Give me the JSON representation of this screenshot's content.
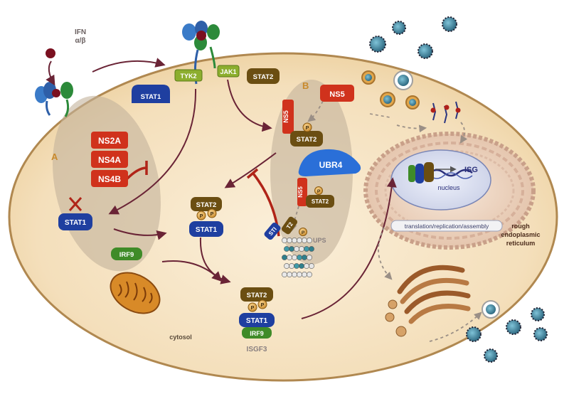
{
  "ifn": {
    "line1": "IFN",
    "line2": "α/β"
  },
  "panel_labels": {
    "a": "A",
    "b": "B"
  },
  "kinases": {
    "tyk2": "TYK2",
    "jak1": "JAK1"
  },
  "proteins": {
    "stat1": "STAT1",
    "stat2": "STAT2",
    "ns2a": "NS2A",
    "ns4a": "NS4A",
    "ns4b": "NS4B",
    "ns5": "NS5",
    "ubr4": "UBR4",
    "irf9": "IRF9",
    "p": "P",
    "stat1_frag": "STI",
    "stat2_frag": "T2"
  },
  "compartments": {
    "ups": "UPS",
    "cytosol": "cytosol",
    "isgf3": "ISGF3",
    "nucleus": "nucleus",
    "isg": "ISG",
    "translation": "translation/replication/assembly",
    "er_line1": "rough",
    "er_line2": "endoplasmic",
    "er_line3": "reticulum"
  },
  "colors": {
    "cell_fill": "#f6e4c4",
    "cell_border": "#b08850",
    "stat1": "#1f3fa0",
    "stat2": "#6b4e12",
    "viral_protein": "#d0321c",
    "ubr4": "#2a6fd8",
    "irf9": "#3f8b28",
    "kinase": "#8cae2e",
    "phospho": "#e0a84a",
    "inhibition": "#b02418",
    "arrow": "#6a2436"
  }
}
